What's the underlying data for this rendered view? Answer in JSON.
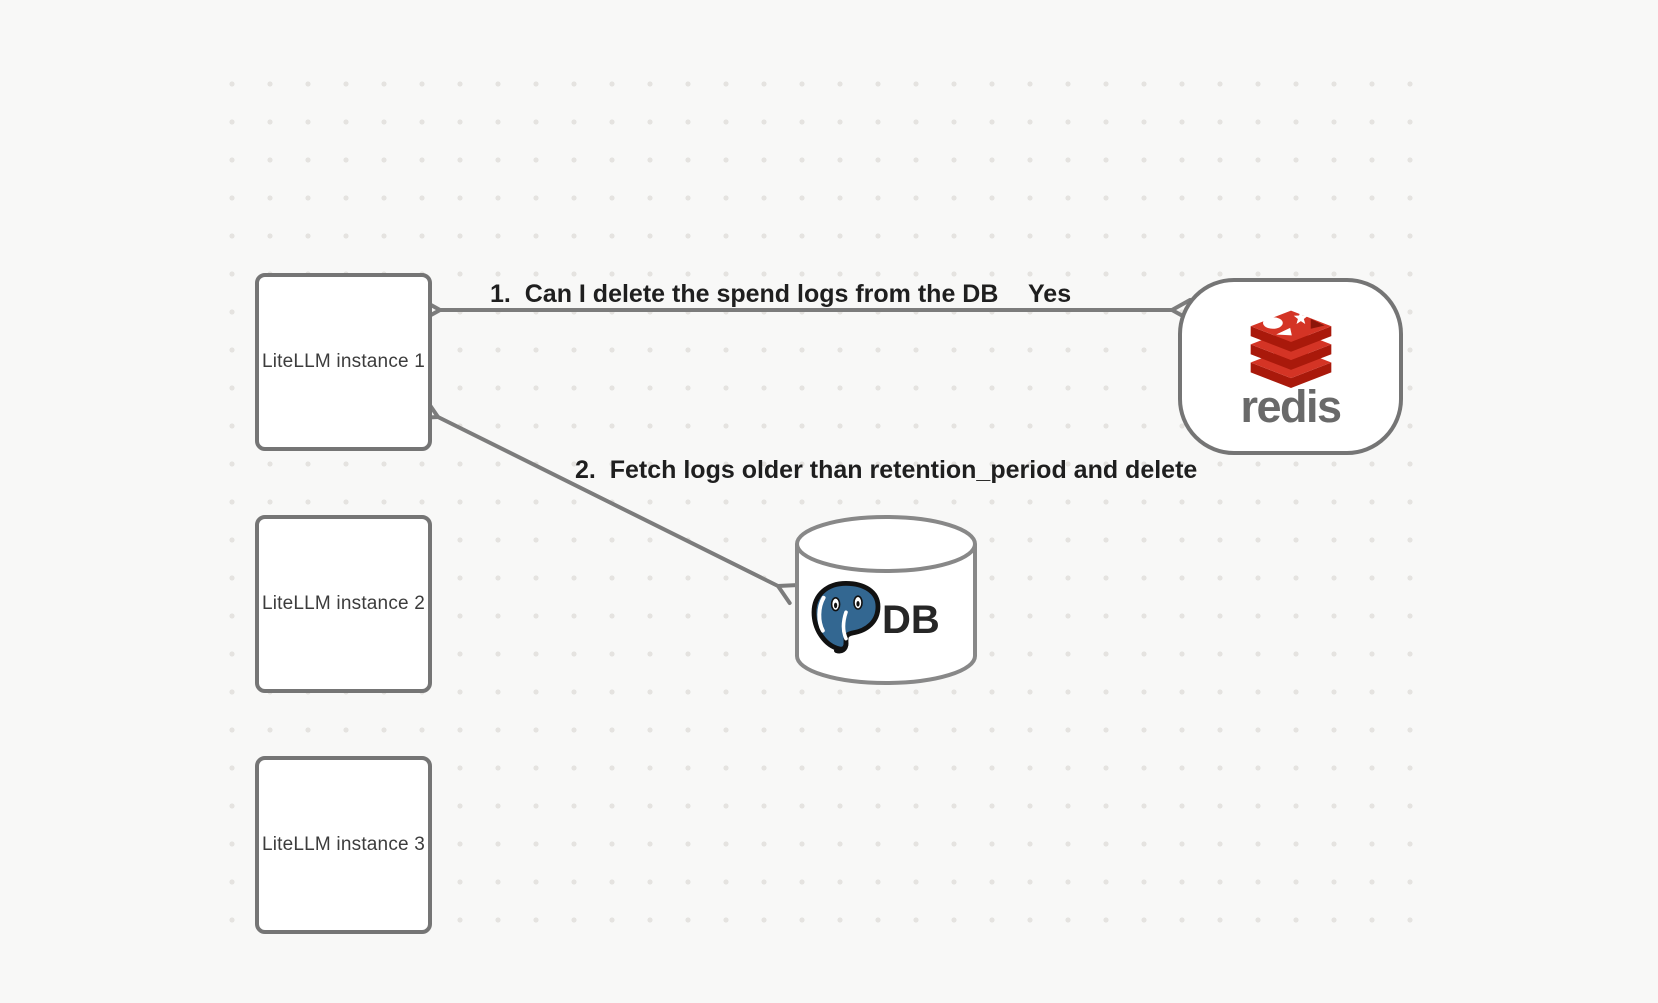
{
  "canvas": {
    "background_color": "#f8f8f7",
    "dot_color": "#e5e3e0"
  },
  "colors": {
    "shape-stroke": "#757575",
    "arrow": "#7c7c7c",
    "label-text": "#1f1f1f",
    "node-text": "#3c3c3c",
    "redis-red": "#d43425",
    "redis-dark-red": "#a9190b",
    "redis-wordmark": "#696969",
    "pg-blue": "#336791",
    "db-text": "#262626",
    "cylinder-stroke": "#888888"
  },
  "nodes": {
    "instances": [
      {
        "label": "LiteLLM instance 1"
      },
      {
        "label": "LiteLLM instance 2"
      },
      {
        "label": "LiteLLM instance 3"
      }
    ],
    "redis": {
      "wordmark": "redis",
      "icon": "redis-logo"
    },
    "database": {
      "label": "DB",
      "icon": "postgresql-logo",
      "shape": "cylinder"
    }
  },
  "arrows": [
    {
      "label": "1.  Can I delete the spend logs from the DB",
      "response": "Yes",
      "from": "LiteLLM instance 1",
      "to": "redis",
      "heads": "both"
    },
    {
      "label": "2.  Fetch logs older than retention_period and delete",
      "from": "LiteLLM instance 1",
      "to": "DB",
      "heads": "both"
    }
  ]
}
